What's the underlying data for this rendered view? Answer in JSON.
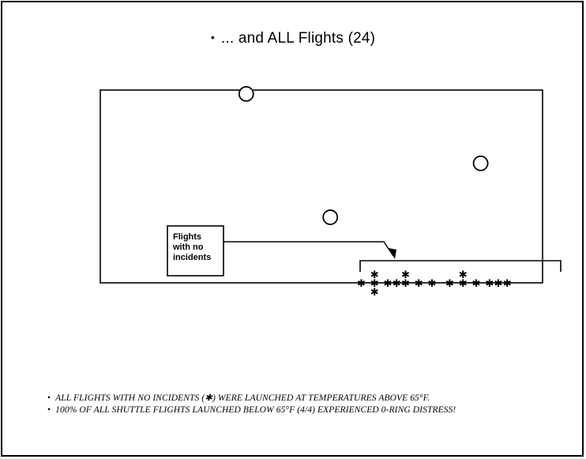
{
  "title": {
    "bullet": "•",
    "text": "... and ALL Flights (24)"
  },
  "chart_data": {
    "type": "scatter",
    "title": "... and ALL Flights (24)",
    "xlabel": "",
    "ylabel": "",
    "grid": false,
    "series": [
      {
        "marker": "circle",
        "points": [
          {
            "x": 0.33,
            "y": 0.98
          },
          {
            "x": 0.86,
            "y": 0.62
          },
          {
            "x": 0.52,
            "y": 0.34
          }
        ]
      },
      {
        "marker": "asterisk",
        "points": [
          {
            "x": 0.59,
            "y": 0.0
          },
          {
            "x": 0.62,
            "y": 0.0
          },
          {
            "x": 0.62,
            "y": 0.0
          },
          {
            "x": 0.62,
            "y": 0.0
          },
          {
            "x": 0.65,
            "y": 0.0
          },
          {
            "x": 0.67,
            "y": 0.0
          },
          {
            "x": 0.69,
            "y": 0.0
          },
          {
            "x": 0.69,
            "y": 0.0
          },
          {
            "x": 0.72,
            "y": 0.0
          },
          {
            "x": 0.75,
            "y": 0.0
          },
          {
            "x": 0.79,
            "y": 0.0
          },
          {
            "x": 0.82,
            "y": 0.0
          },
          {
            "x": 0.82,
            "y": 0.0
          },
          {
            "x": 0.85,
            "y": 0.0
          },
          {
            "x": 0.88,
            "y": 0.0
          },
          {
            "x": 0.9,
            "y": 0.0
          },
          {
            "x": 0.92,
            "y": 0.0
          }
        ]
      }
    ],
    "annotations": [
      {
        "text": "Flights\nwith no\nincidents"
      }
    ]
  },
  "footnotes": [
    {
      "bullet": "•",
      "text": "ALL FLIGHTS WITH NO INCIDENTS (✱) WERE LAUNCHED AT TEMPERATURES ABOVE 65°F."
    },
    {
      "bullet": "•",
      "text": "100% OF ALL SHUTTLE FLIGHTS LAUNCHED BELOW 65°F (4/4) EXPERIENCED 0-RING DISTRESS!"
    }
  ]
}
